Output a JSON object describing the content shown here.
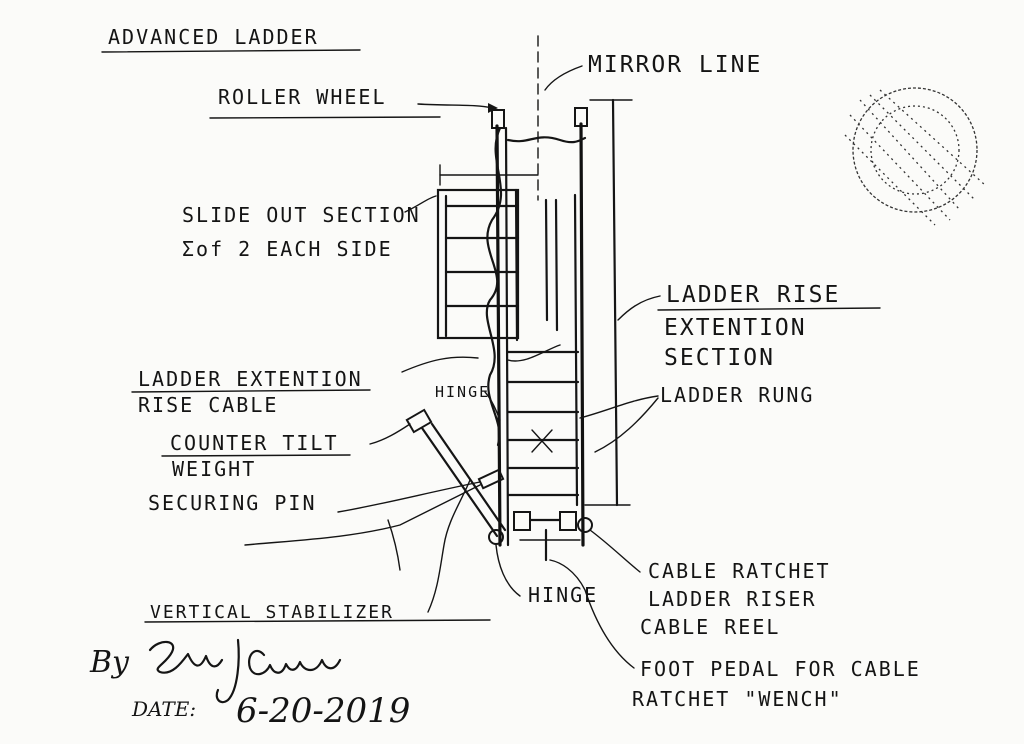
{
  "title": "ADVANCED LADDER",
  "labels": {
    "mirror_line": "MIRROR LINE",
    "roller_wheel": "ROLLER WHEEL",
    "slide_out_1": "SLIDE OUT SECTION",
    "slide_out_2": "Σof 2 EACH SIDE",
    "ladder_rise_1": "LADDER RISE",
    "ladder_rise_2": "EXTENTION",
    "ladder_rise_3": "SECTION",
    "ext_cable_1": "LADDER EXTENTION",
    "ext_cable_2": "RISE CABLE",
    "hinge_upper": "HINGE",
    "ladder_rung": "LADDER RUNG",
    "counter_tilt_1": "COUNTER TILT",
    "counter_tilt_2": "WEIGHT",
    "securing_pin": "SECURING PIN",
    "cable_ratchet_1": "CABLE RATCHET",
    "cable_ratchet_2": "LADDER RISER",
    "cable_ratchet_3": "CABLE REEL",
    "hinge_lower": "HINGE",
    "vertical_stabilizer": "VERTICAL STABILIZER",
    "foot_pedal_1": "FOOT PEDAL FOR CABLE",
    "foot_pedal_2": "RATCHET \"WENCH\""
  },
  "signature": {
    "by": "By",
    "name": "Eric J Crews",
    "date_label": "DATE:",
    "date": "6-20-2019"
  }
}
